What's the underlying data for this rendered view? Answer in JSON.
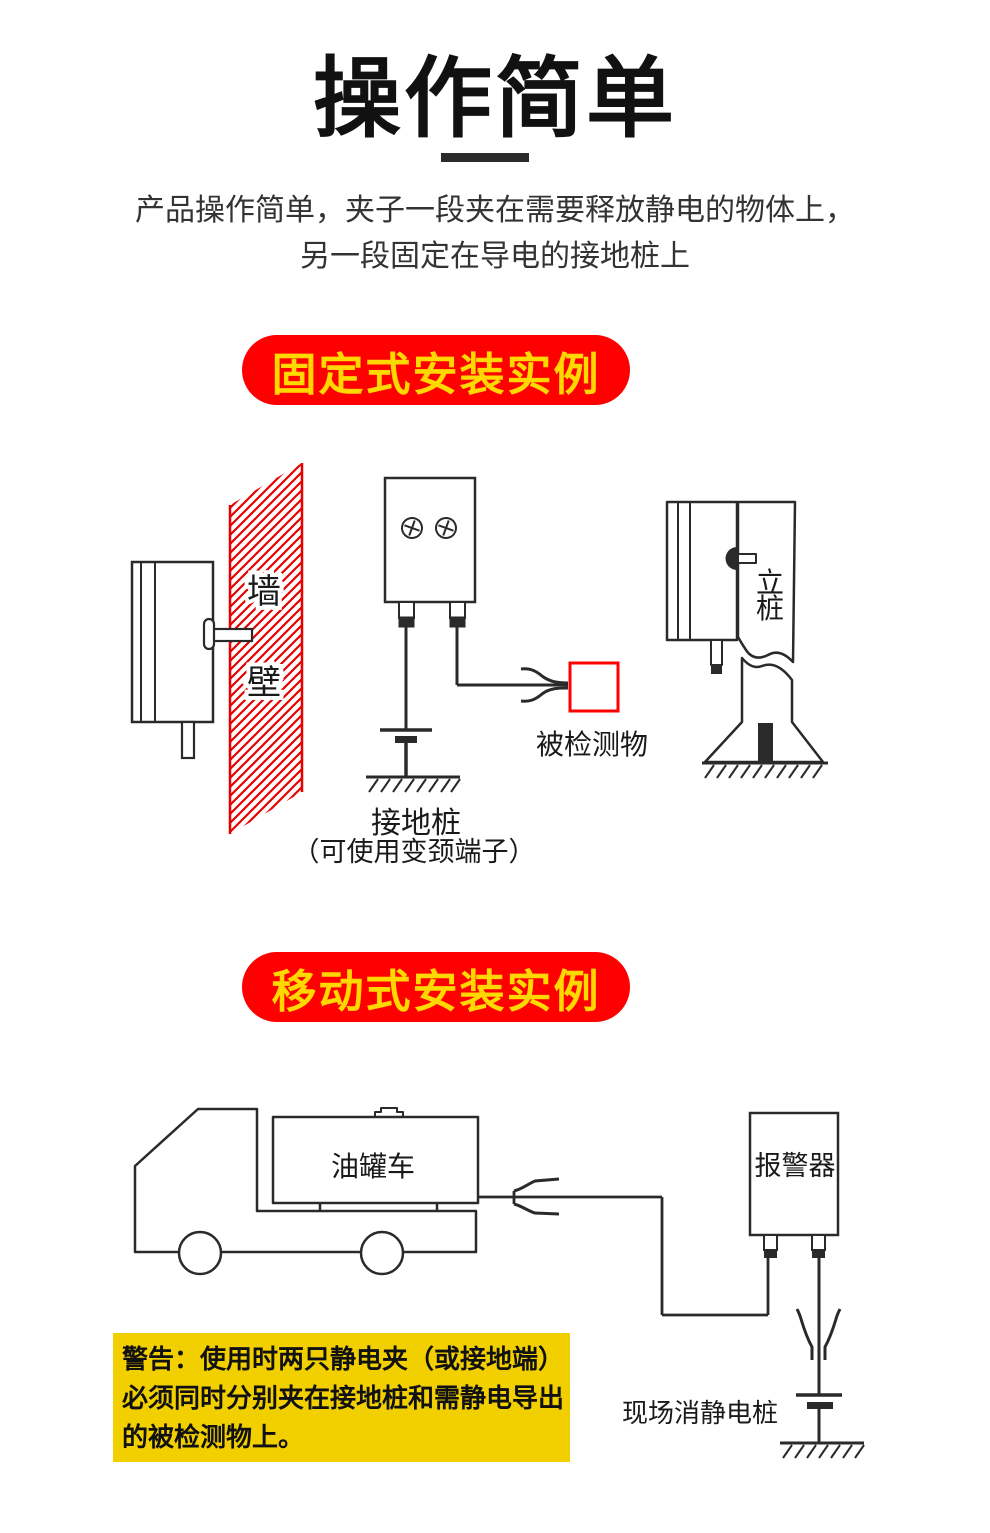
{
  "page": {
    "title": "操作简单",
    "intro_line1": "产品操作简单，夹子一段夹在需要释放静电的物体上，",
    "intro_line2": "另一段固定在导电的接地桩上"
  },
  "banners": {
    "fixed": "固定式安装实例",
    "mobile": "移动式安装实例"
  },
  "diagram_fixed": {
    "wall_char_top": "墙",
    "wall_char_bottom": "壁",
    "ground_label": "接地桩",
    "ground_note": "（可使用变颈端子）",
    "object_label": "被检测物",
    "post_char_top": "立",
    "post_char_bottom": "桩"
  },
  "diagram_mobile": {
    "truck_label": "油罐车",
    "alarm_label": "报警器",
    "stake_label": "现场消静电桩"
  },
  "warning": {
    "line1": "警告：使用时两只静电夹（或接地端）",
    "line2": "必须同时分别夹在接地桩和需静电导出",
    "line3": "的被检测物上。"
  },
  "colors": {
    "banner_red": "#fe0000",
    "banner_text_yellow": "#ffd800",
    "warning_yellow": "#f2d000",
    "wall_hatch_red": "#e60000",
    "object_box_red": "#ff0000",
    "line_ink": "#2a2a2a"
  }
}
